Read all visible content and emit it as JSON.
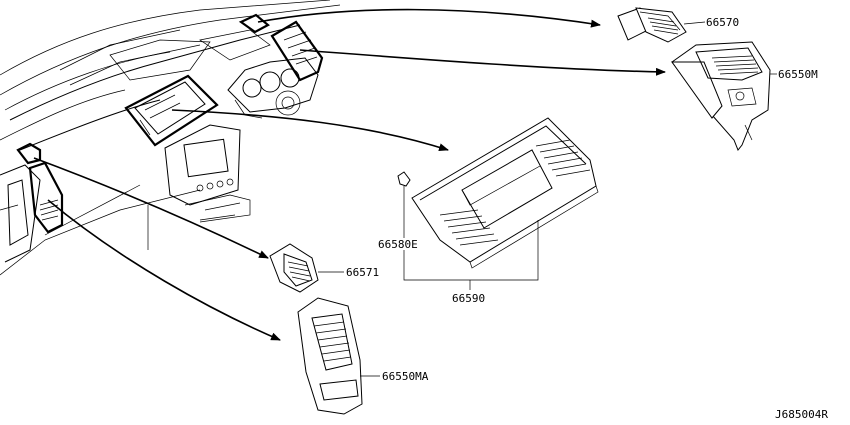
{
  "diagram": {
    "parts": [
      {
        "id": "p66570",
        "label": "66570"
      },
      {
        "id": "p66550M",
        "label": "66550M"
      },
      {
        "id": "p66580E",
        "label": "66580E"
      },
      {
        "id": "p66590",
        "label": "66590"
      },
      {
        "id": "p66571",
        "label": "66571"
      },
      {
        "id": "p66550MA",
        "label": "66550MA"
      }
    ],
    "drawing_code": "J685004R"
  }
}
